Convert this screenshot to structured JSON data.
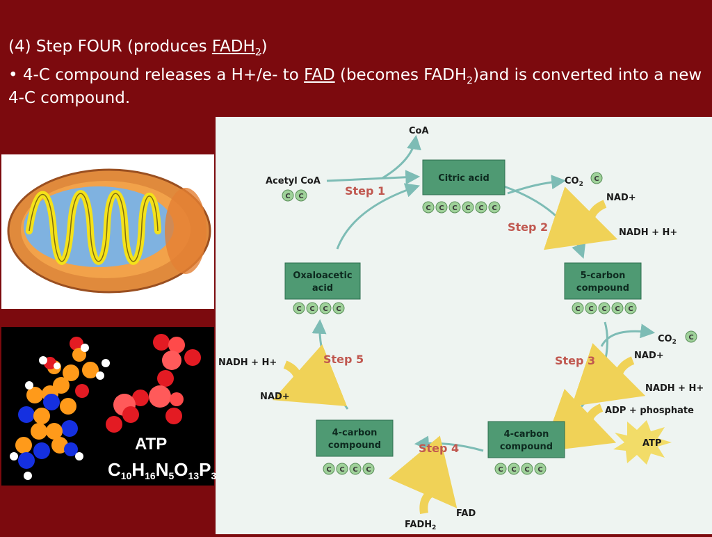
{
  "heading": {
    "prefix": "(4) Step FOUR (produces ",
    "fadh_text": "FADH",
    "sub2": "2",
    "suffix": ")"
  },
  "bullet": {
    "glyph": "•",
    "part1": " 4-C compound releases a H+/e- to ",
    "fad": "FAD",
    "part2": " (becomes FADH",
    "sub2": "2",
    "part3": ")and is converted into a new 4-C compound."
  },
  "atp_image": {
    "label": "ATP",
    "formula_parts": [
      "C",
      "10",
      "H",
      "16",
      "N",
      "5",
      "O",
      "13",
      "P",
      "3"
    ]
  },
  "diagram": {
    "carbon_symbol": "C",
    "citric_acid": "Citric acid",
    "five_carbon": [
      "5-carbon",
      "compound"
    ],
    "four_carbon_right": [
      "4-carbon",
      "compound"
    ],
    "four_carbon_left": [
      "4-carbon",
      "compound"
    ],
    "oxaloacetic": [
      "Oxaloacetic",
      "acid"
    ],
    "acetyl_coa": "Acetyl CoA",
    "coa": "CoA",
    "co2": "CO",
    "co2_sub": "2",
    "nad_plus": "NAD+",
    "nadh": "NADH + H+",
    "adp": "ADP + phosphate",
    "atp": "ATP",
    "fad": "FAD",
    "fadh": "FADH",
    "fadh_sub": "2",
    "steps": [
      "Step 1",
      "Step 2",
      "Step 3",
      "Step 4",
      "Step 5"
    ],
    "colors": {
      "box": "#4f9a73",
      "circle": "#9fd19a",
      "arrow": "#7dbcb5",
      "curved": "#f0d257",
      "step_text": "#c0574f"
    }
  }
}
